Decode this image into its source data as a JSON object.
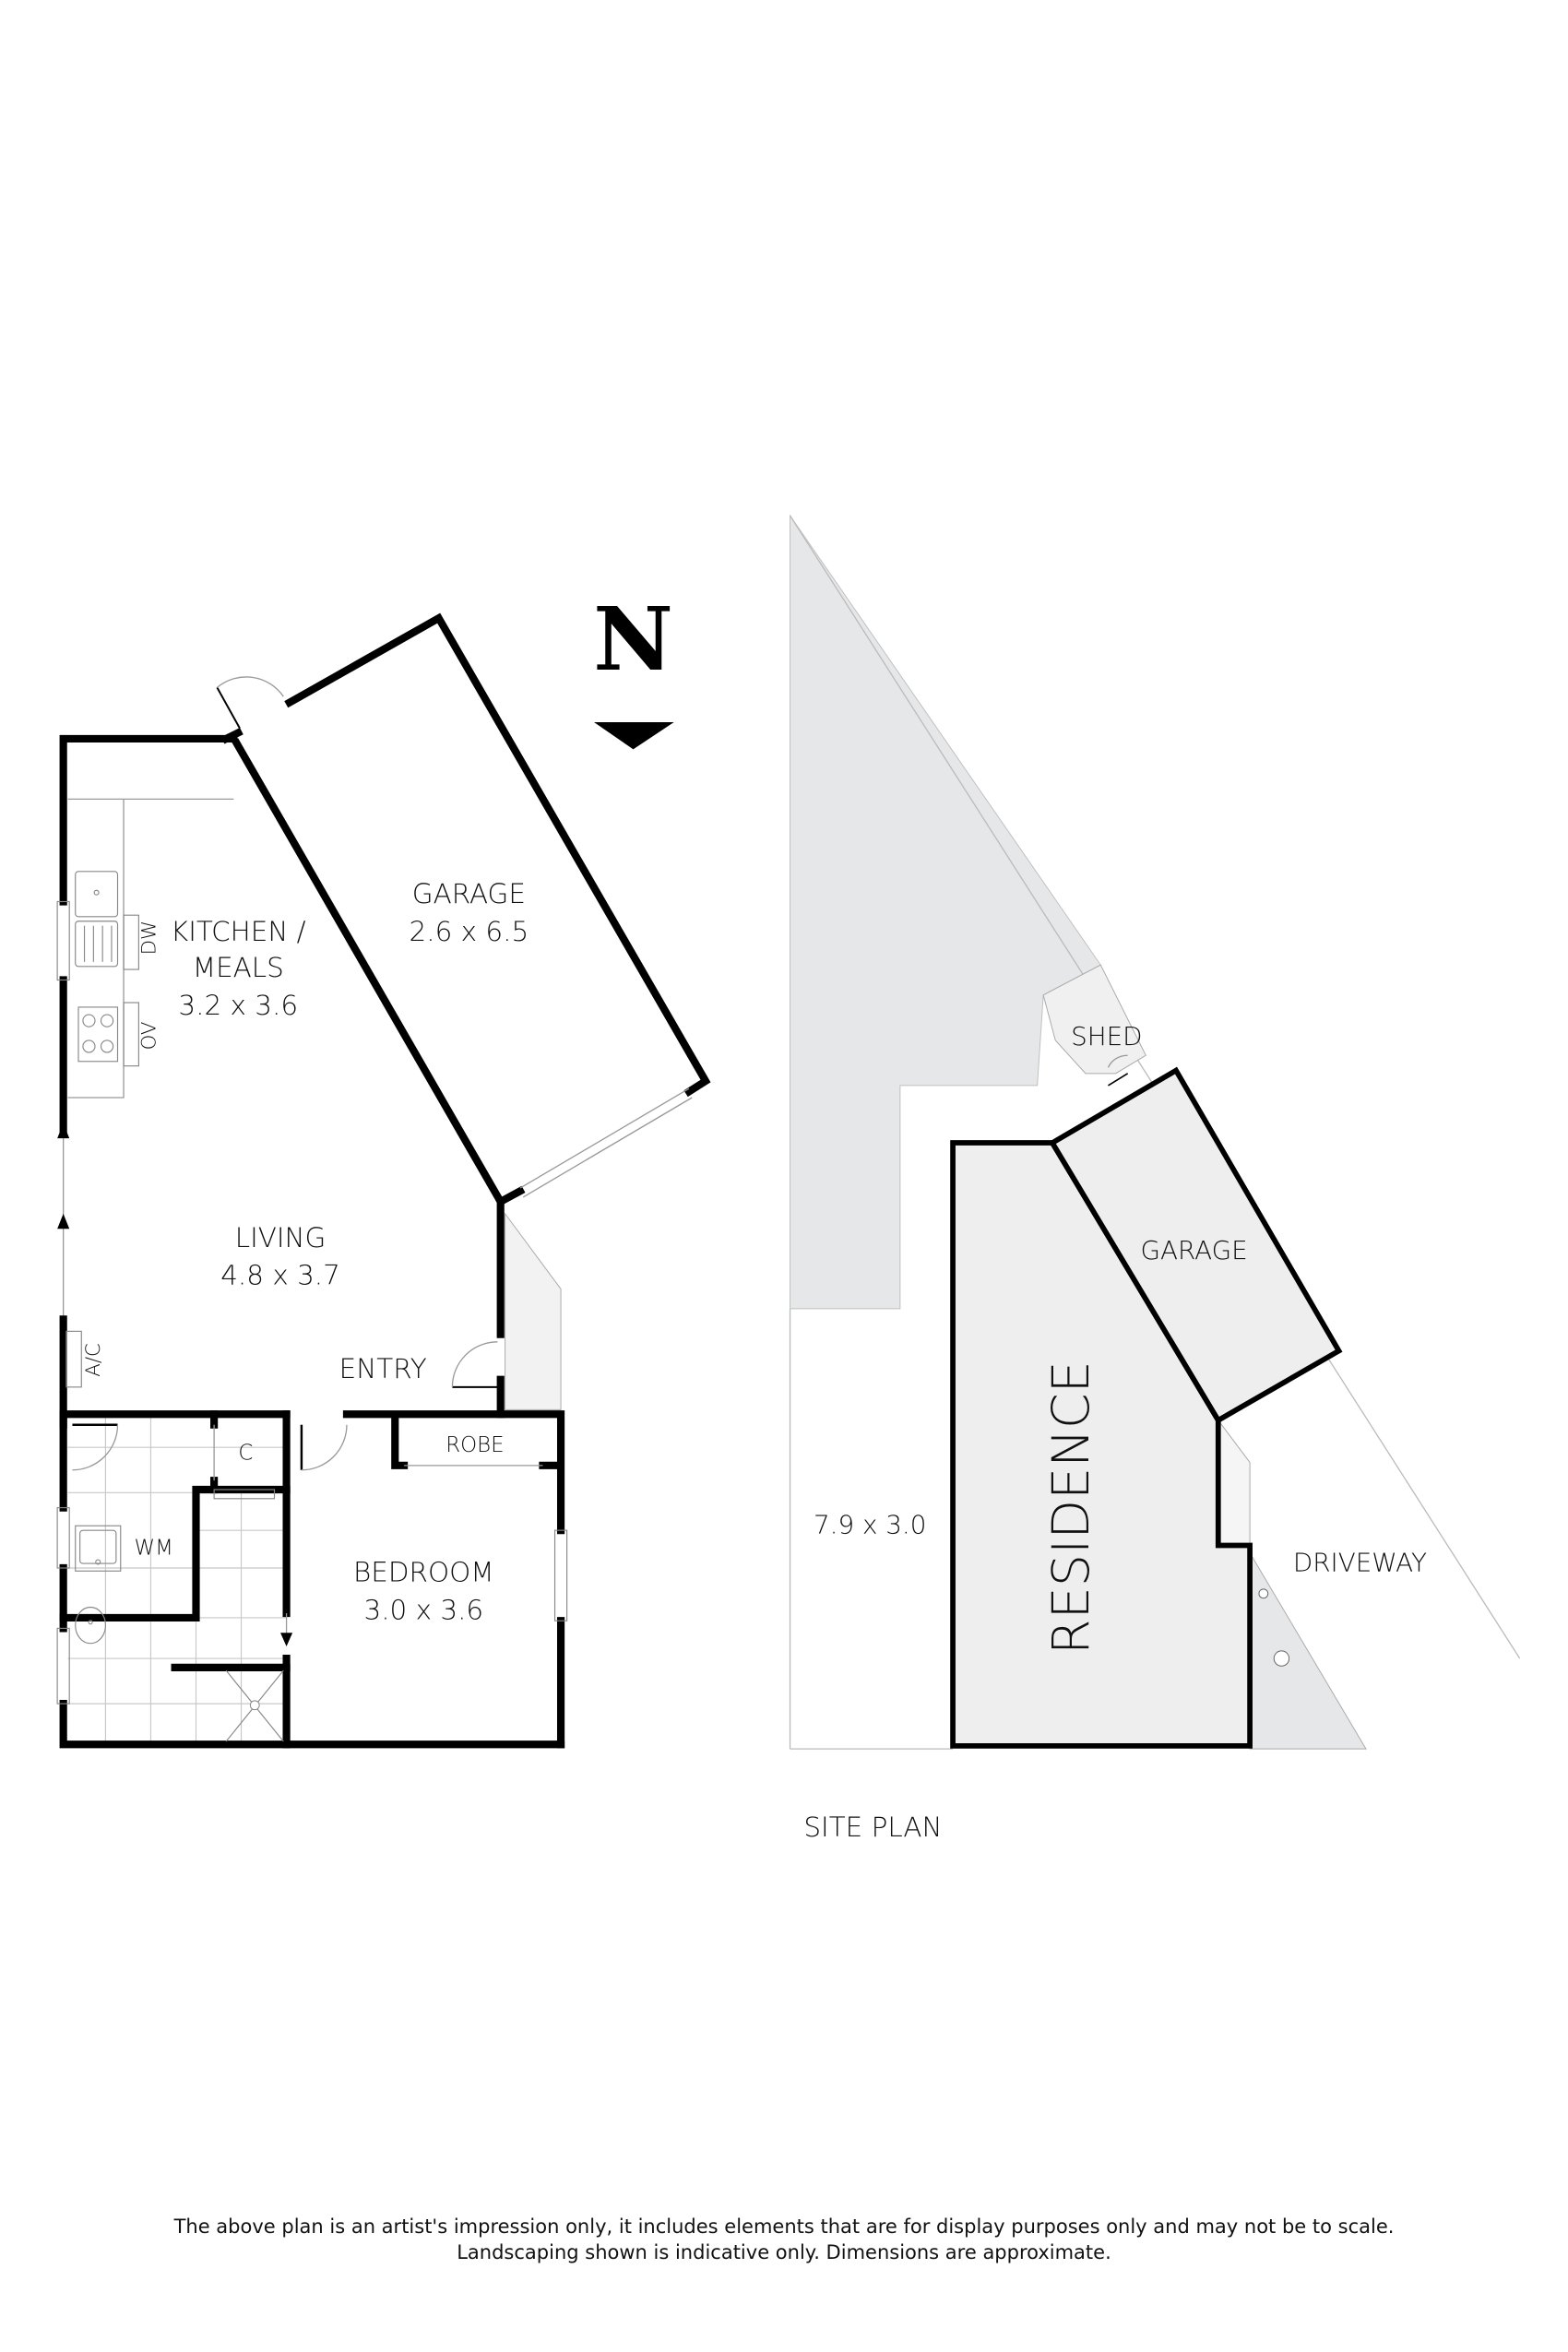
{
  "north": {
    "label": "N",
    "icon": "north-arrow-icon"
  },
  "floor_plan": {
    "rooms": [
      {
        "id": "kitchen",
        "name_line1": "KITCHEN /",
        "name_line2": "MEALS",
        "dims": "3.2 x 3.6"
      },
      {
        "id": "garage",
        "name": "GARAGE",
        "dims": "2.6 x 6.5"
      },
      {
        "id": "living",
        "name": "LIVING",
        "dims": "4.8 x 3.7"
      },
      {
        "id": "entry",
        "name": "ENTRY"
      },
      {
        "id": "robe",
        "name": "ROBE"
      },
      {
        "id": "bedroom",
        "name": "BEDROOM",
        "dims": "3.0 x 3.6"
      },
      {
        "id": "cupboard",
        "name": "C"
      },
      {
        "id": "laundry",
        "name": "WM"
      }
    ],
    "fixtures": {
      "dishwasher": "DW",
      "oven": "OV",
      "aircon": "A/C"
    }
  },
  "site_plan": {
    "title": "SITE PLAN",
    "labels": {
      "shed": "SHED",
      "garage": "GARAGE",
      "residence": "RESIDENCE",
      "yard_dims": "7.9 x 3.0",
      "driveway": "DRIVEWAY"
    },
    "colors": {
      "lot_fill": "#e6e7e8",
      "building_fill": "#eeeeee",
      "wall": "#000000"
    }
  },
  "footer": {
    "line1": "The above plan is an artist's impression only, it includes elements that are for display purposes only and may not be to scale.",
    "line2": "Landscaping shown is indicative only. Dimensions are approximate."
  }
}
